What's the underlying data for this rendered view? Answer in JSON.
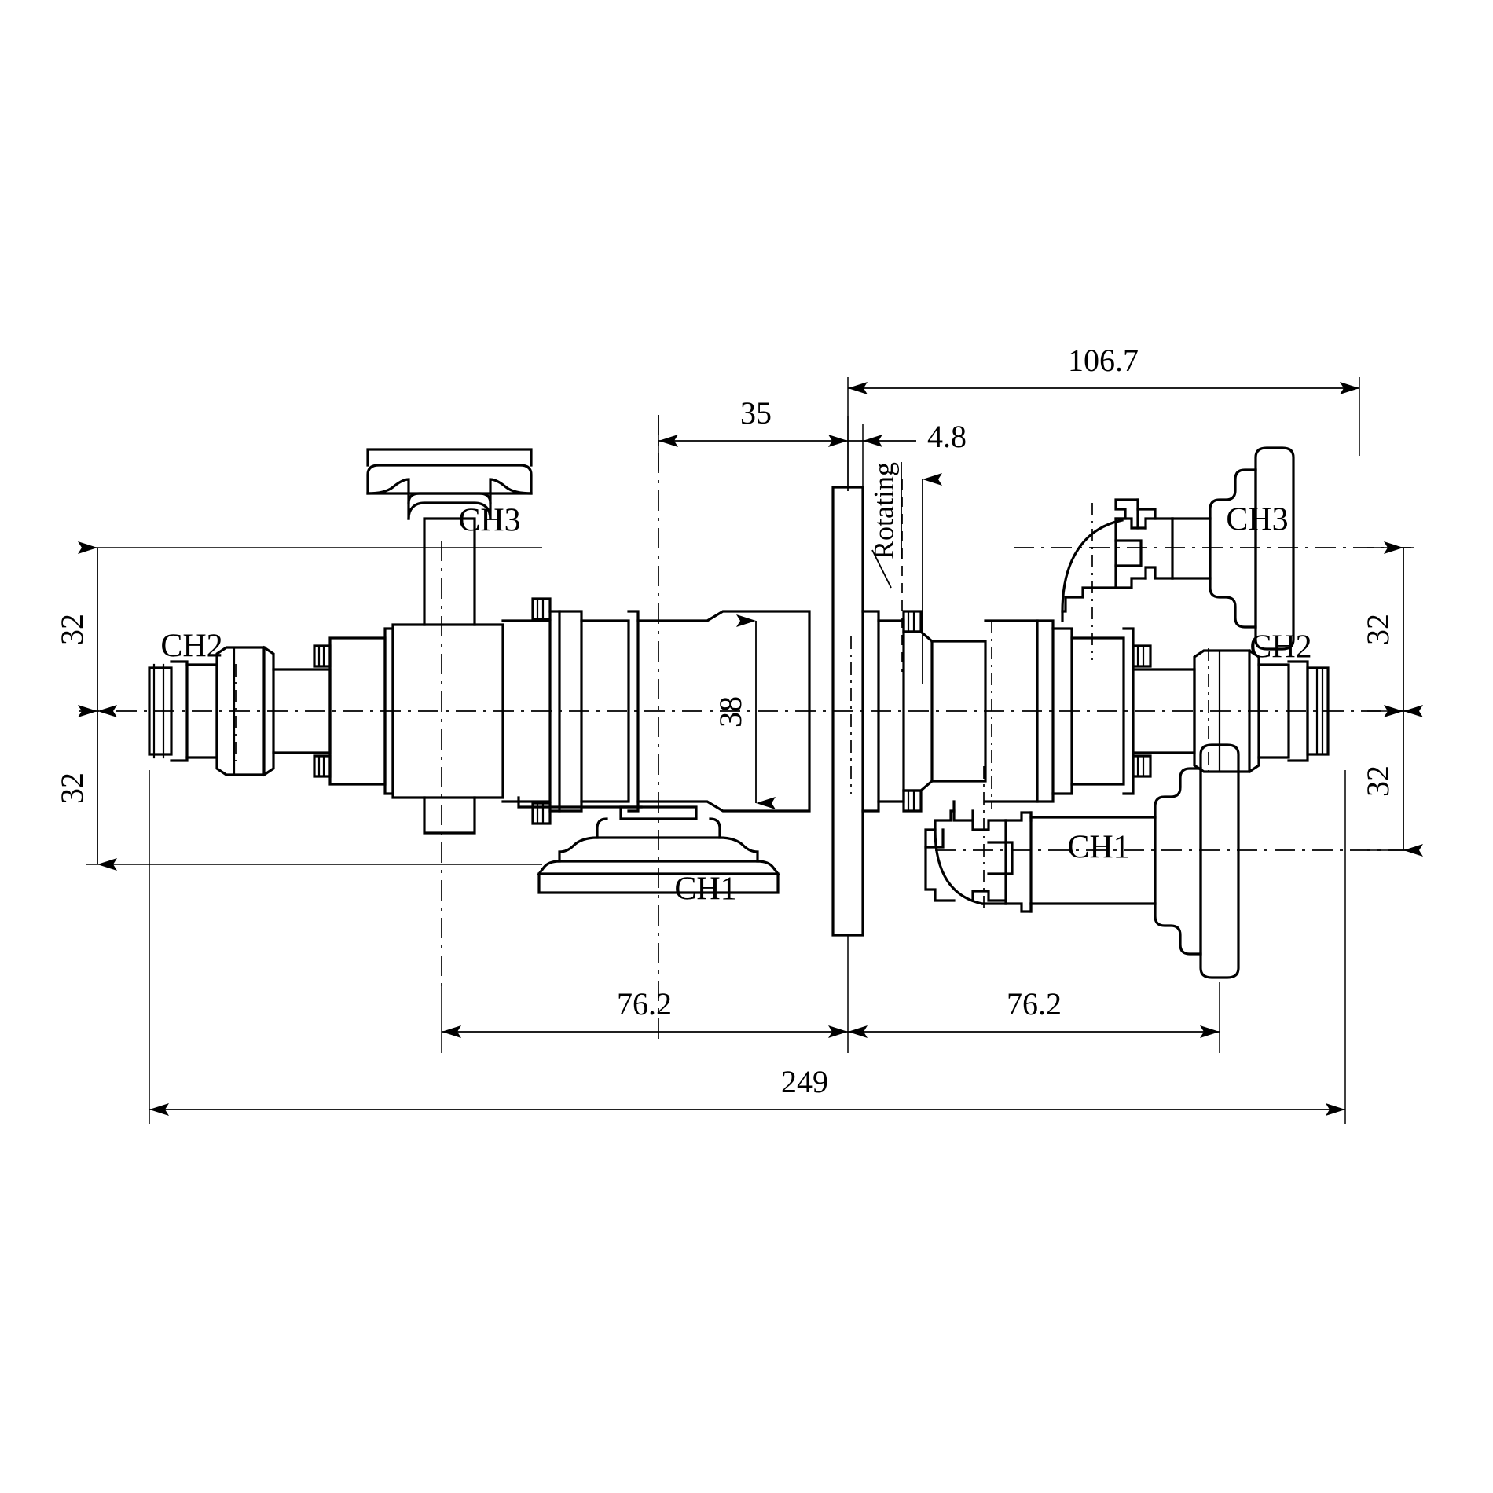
{
  "drawing": {
    "kind": "mechanical-assembly-section-view",
    "units_note": "millimetres (implied)",
    "background_color": "#ffffff",
    "line_color": "#000000"
  },
  "labels": {
    "ch3_left": "CH3",
    "ch2_left": "CH2",
    "ch1_left": "CH1",
    "ch3_right": "CH3",
    "ch2_right": "CH2",
    "ch1_right": "CH1",
    "rotating": "Rotating"
  },
  "dimensions": {
    "overall_length": "249",
    "left_span": "76.2",
    "right_span": "76.2",
    "flange_to_end": "106.7",
    "body_to_flange": "35",
    "flange_thickness": "4.8",
    "bore_diameter": "38",
    "left_top_offset": "32",
    "left_bottom_offset": "32",
    "right_top_offset": "32",
    "right_bottom_offset": "32"
  },
  "dimension_list": [
    {
      "name": "overall_length",
      "value": "249",
      "orientation": "horizontal",
      "position": "bottom"
    },
    {
      "name": "left_span",
      "value": "76.2",
      "orientation": "horizontal",
      "position": "lower"
    },
    {
      "name": "right_span",
      "value": "76.2",
      "orientation": "horizontal",
      "position": "lower"
    },
    {
      "name": "flange_to_end",
      "value": "106.7",
      "orientation": "horizontal",
      "position": "top"
    },
    {
      "name": "body_to_flange",
      "value": "35",
      "orientation": "horizontal",
      "position": "upper"
    },
    {
      "name": "flange_thickness",
      "value": "4.8",
      "orientation": "horizontal",
      "position": "upper"
    },
    {
      "name": "bore_diameter",
      "value": "38",
      "orientation": "vertical",
      "position": "center"
    },
    {
      "name": "left_top_offset",
      "value": "32",
      "orientation": "vertical",
      "position": "left-upper"
    },
    {
      "name": "left_bottom_offset",
      "value": "32",
      "orientation": "vertical",
      "position": "left-lower"
    },
    {
      "name": "right_top_offset",
      "value": "32",
      "orientation": "vertical",
      "position": "right-upper"
    },
    {
      "name": "right_bottom_offset",
      "value": "32",
      "orientation": "vertical",
      "position": "right-lower"
    }
  ],
  "ports": [
    {
      "id": "CH3",
      "side": "left",
      "location": "top"
    },
    {
      "id": "CH2",
      "side": "left",
      "location": "axis"
    },
    {
      "id": "CH1",
      "side": "left",
      "location": "bottom"
    },
    {
      "id": "CH3",
      "side": "right",
      "location": "top"
    },
    {
      "id": "CH2",
      "side": "right",
      "location": "axis"
    },
    {
      "id": "CH1",
      "side": "right",
      "location": "bottom"
    }
  ],
  "annotations": [
    {
      "id": "rotating-note",
      "text": "Rotating",
      "orientation": "vertical",
      "has_leader_arrow": true
    }
  ]
}
